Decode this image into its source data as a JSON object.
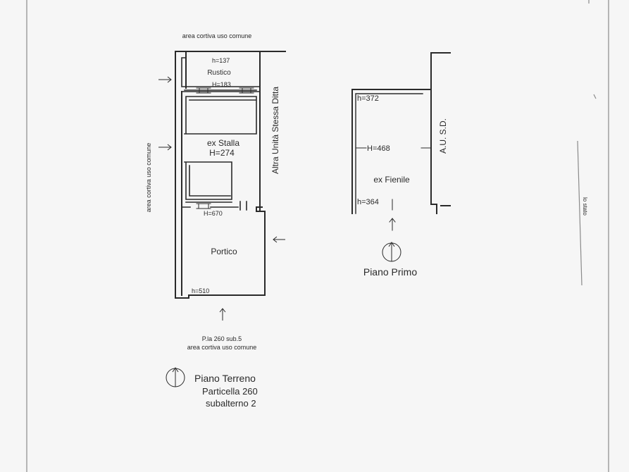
{
  "ground_floor": {
    "top_area": "area cortiva uso comune",
    "side_area": "area cortiva uso comune",
    "neighbor": "Altra Unità Stessa Ditta",
    "bottom_parcel": "P.la 260 sub.5",
    "bottom_area": "area cortiva uso comune",
    "rooms": [
      {
        "name": "Rustico",
        "heights": [
          "h=137",
          "H=183"
        ]
      },
      {
        "name": "ex Stalla",
        "heights": [
          "H=274"
        ]
      },
      {
        "name": "Portico",
        "heights": [
          "H=670",
          "h=510"
        ]
      }
    ],
    "title": "Piano Terreno",
    "parcel": "Particella 260",
    "subunit": "subalterno 2"
  },
  "first_floor": {
    "room": "ex Fienile",
    "heights": [
      "h=372",
      "H=468",
      "h=364"
    ],
    "neighbor": "A.U. S.D.",
    "title": "Piano Primo"
  },
  "margin_note": "lo stato"
}
